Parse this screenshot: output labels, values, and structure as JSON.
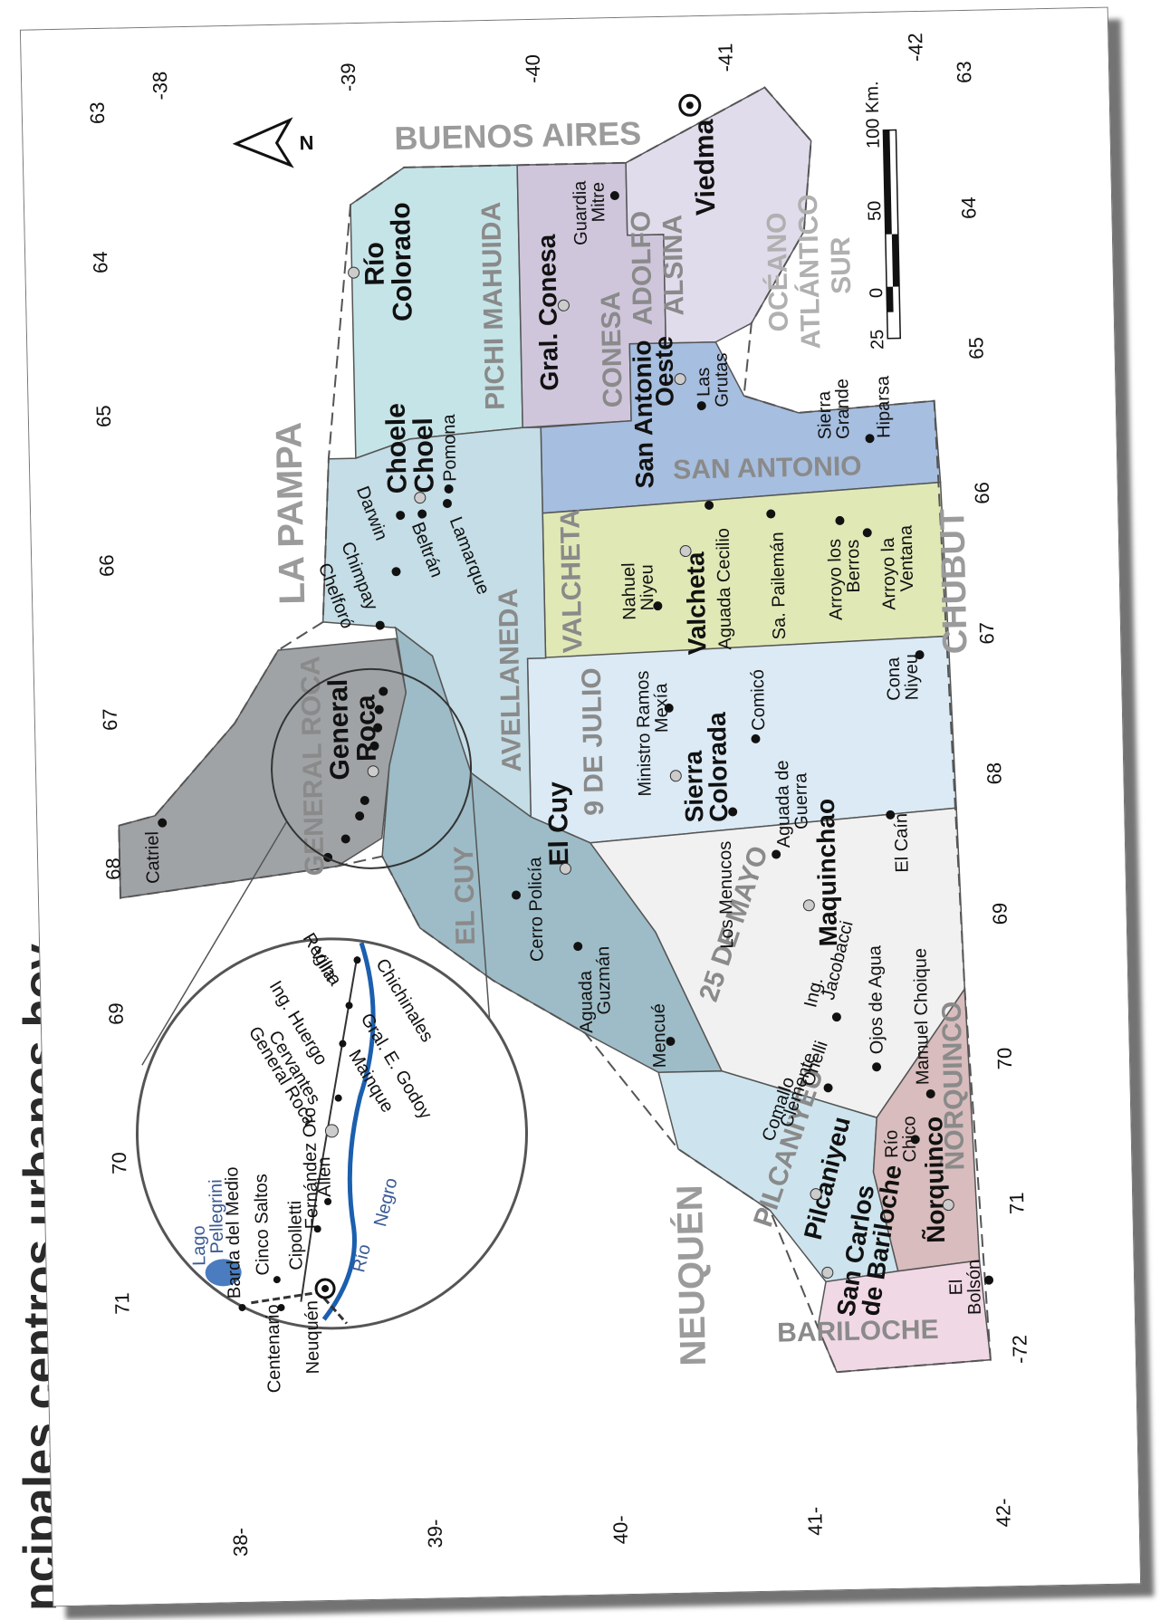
{
  "title": "ncipales centros urbanos hoy",
  "colors": {
    "general_roca": "#9fa3a6",
    "el_cuy": "#9dbcc7",
    "avellaneda": "#c4dde6",
    "pichi_mahuida": "#c5e4e8",
    "conesa": "#cfc6dc",
    "adolfo_alsina": "#e1dcec",
    "san_antonio": "#a6bedf",
    "valcheta": "#e0e9b6",
    "nueve_de_julio": "#dbeaf4",
    "veinticinco_de_mayo": "#f1f1f1",
    "pilcaniyeu": "#cde4ee",
    "norquinco": "#d9bcbd",
    "bariloche": "#f1d8e5",
    "neighbor_text": "#9b9b9b",
    "ocean_text": "#b0b0b0",
    "lago": "#4a7cbf",
    "river": "#1b5fae"
  },
  "icons": [
    "north-arrow-icon",
    "capital-city-icon",
    "town-dot-icon",
    "department-seat-icon"
  ],
  "north": "N",
  "scale": {
    "ticks": [
      "25",
      "0",
      "50",
      "100 Km."
    ]
  },
  "neighbors": [
    "BUENOS AIRES",
    "LA PAMPA",
    "NEUQUÉN",
    "CHUBUT"
  ],
  "ocean": [
    "OCÉANO",
    "ATLÁNTICO",
    "SUR"
  ],
  "departments": [
    "GENERAL ROCA",
    "EL CUY",
    "AVELLANEDA",
    "PICHI MAHUIDA",
    "CONESA",
    "ADOLFO",
    "ALSINA",
    "SAN ANTONIO",
    "VALCHETA",
    "9 DE JULIO",
    "25 DE MAYO",
    "PILCANIYEU",
    "ÑORQUINCO",
    "BARILOCHE"
  ],
  "seats": [
    "General",
    "Roca",
    "El Cuy",
    "Choele",
    "Choel",
    "Río",
    "Colorado",
    "Gral. Conesa",
    "Viedma",
    "San Antonio",
    "Oeste",
    "Valcheta",
    "Sierra",
    "Colorada",
    "Maquinchao",
    "Pilcaniyeu",
    "Ñorquinco",
    "San Carlos",
    "de Bariloche"
  ],
  "towns": [
    "Catriel",
    "Chelforó",
    "Chimpay",
    "Darwin",
    "Beltrán",
    "Lamarque",
    "Pomona",
    "Guardia",
    "Mitre",
    "Las",
    "Grutas",
    "Sierra",
    "Grande",
    "Hiparsa",
    "Nahuel",
    "Niyeu",
    "Aguada Cecilio",
    "Sa. Pailemán",
    "Arroyo los",
    "Berros",
    "Arroyo la",
    "Ventana",
    "Cona",
    "Niyeu",
    "Ministro Ramos",
    "Mexía",
    "Comicó",
    "Aguada de",
    "Guerra",
    "El Caín",
    "Los Menucos",
    "Cerro Policía",
    "Aguada",
    "Guzmán",
    "Mencué",
    "Ing.",
    "Jacobacci",
    "Ojos de Agua",
    "Mamuel Choique",
    "Comallo",
    "Clemente",
    "Onelli",
    "Río",
    "Chico",
    "El",
    "Bolsón"
  ],
  "inset": {
    "water": [
      "Lago",
      "Pellegrini",
      "Río",
      "Negro"
    ],
    "towns": [
      "Barda del Medio",
      "Cinco Saltos",
      "Centenario",
      "Neuquén",
      "Cipolletti",
      "Fernández Oro",
      "Allen",
      "General Roca",
      "Cervantes",
      "Mainque",
      "Ing. Huergo",
      "Gral. E. Godoy",
      "Villa",
      "Regina",
      "Chichinales"
    ]
  },
  "longitudes_top": [
    "71",
    "70",
    "69",
    "68",
    "67",
    "66",
    "65",
    "64",
    "63"
  ],
  "latitudes_right": [
    "-38",
    "-39",
    "-40",
    "-41",
    "-42"
  ],
  "longitudes_bottom": [
    "-72",
    "71",
    "70",
    "69",
    "68",
    "67",
    "66",
    "65",
    "64",
    "63"
  ],
  "latitudes_left": [
    "38-",
    "39-",
    "40-",
    "41-",
    "42-"
  ]
}
